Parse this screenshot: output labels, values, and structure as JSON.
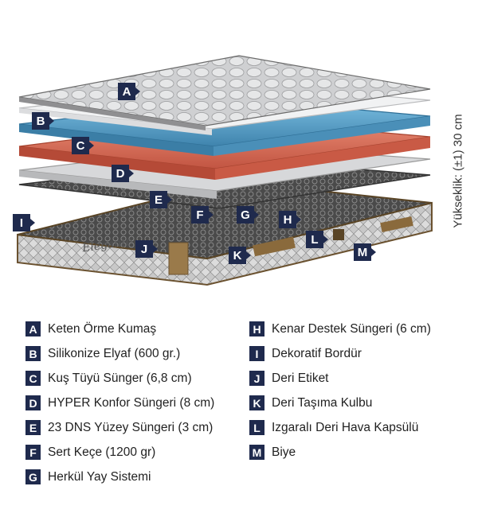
{
  "diagram": {
    "height_label": "Yükseklik: (±1) 30 cm",
    "brand_script": "Elegante",
    "tags": [
      "A",
      "B",
      "C",
      "D",
      "E",
      "F",
      "G",
      "H",
      "I",
      "J",
      "K",
      "L",
      "M"
    ]
  },
  "legend": {
    "left": [
      {
        "letter": "A",
        "text": "Keten Örme Kumaş"
      },
      {
        "letter": "B",
        "text": "Silikonize Elyaf (600 gr.)"
      },
      {
        "letter": "C",
        "text": "Kuş Tüyü Sünger (6,8 cm)"
      },
      {
        "letter": "D",
        "text": "HYPER Konfor Süngeri (8 cm)"
      },
      {
        "letter": "E",
        "text": "23 DNS Yüzey Süngeri (3 cm)"
      },
      {
        "letter": "F",
        "text": "Sert Keçe (1200 gr)"
      },
      {
        "letter": "G",
        "text": "Herkül Yay Sistemi"
      }
    ],
    "right": [
      {
        "letter": "H",
        "text": "Kenar Destek Süngeri (6 cm)"
      },
      {
        "letter": "I",
        "text": "Dekoratif Bordür"
      },
      {
        "letter": "J",
        "text": "Deri Etiket"
      },
      {
        "letter": "K",
        "text": "Deri Taşıma Kulbu"
      },
      {
        "letter": "L",
        "text": "Izgaralı Deri Hava Kapsülü"
      },
      {
        "letter": "M",
        "text": "Biye"
      }
    ]
  },
  "colors": {
    "tag_bg": "#1f2a4d",
    "blue_layer": "#5aa0c8",
    "red_layer": "#d8654f",
    "knit_fabric": "#c9cacc",
    "spring_dark": "#3a3a3a",
    "leather": "#8a6a3c"
  }
}
